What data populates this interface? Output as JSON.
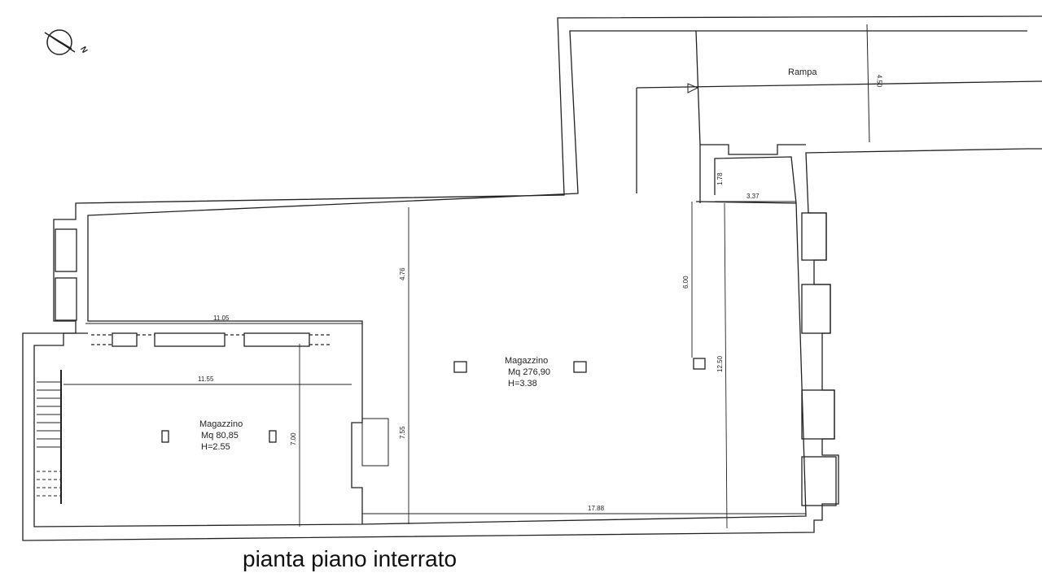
{
  "title": "pianta piano interrato",
  "compass": {
    "label": "N"
  },
  "rooms": [
    {
      "name": "Magazzino",
      "area": "Mq  276,90",
      "height": "H=3.38"
    },
    {
      "name": "Magazzino",
      "area": "Mq  80,85",
      "height": "H=2.55"
    },
    {
      "name": "Rampa"
    }
  ],
  "dimensions": {
    "d_11_05": "11.05",
    "d_11_55": "11.55",
    "d_7_00": "7.00",
    "d_7_55": "7.55",
    "d_4_76": "4.76",
    "d_6_00": "6.00",
    "d_12_50": "12.50",
    "d_17_88": "17.88",
    "d_1_78": "1.78",
    "d_3_37": "3.37",
    "d_4_50": "4.50"
  }
}
